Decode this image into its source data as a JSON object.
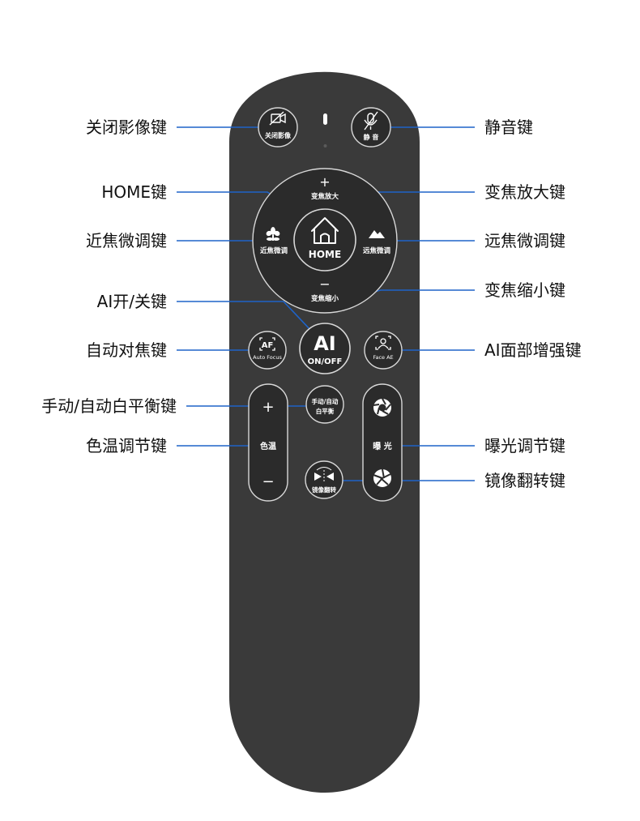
{
  "buttons": {
    "camera_off": "关闭影像",
    "mute": "静 音",
    "zoom_in": "变焦放大",
    "zoom_out": "变焦缩小",
    "focus_near": "近焦微调",
    "focus_far": "远焦微调",
    "home": "HOME",
    "ai_top": "AI",
    "ai_bottom": "ON/OFF",
    "af_badge": "AF",
    "af_label": "Auto Focus",
    "face_ae": "Face AE",
    "wb_line1": "手动/自动",
    "wb_line2": "白平衡",
    "color_temp": "色温",
    "exposure": "曝 光",
    "mirror": "镜像翻转",
    "plus": "+",
    "minus": "−"
  },
  "callouts": {
    "camera_off": "关闭影像键",
    "home": "HOME键",
    "focus_near": "近焦微调键",
    "ai": "AI开/关键",
    "af": "自动对焦键",
    "wb": "手动/自动白平衡键",
    "color_temp": "色温调节键",
    "mute": "静音键",
    "zoom_in": "变焦放大键",
    "focus_far": "远焦微调键",
    "zoom_out": "变焦缩小键",
    "face_ae": "AI面部增强键",
    "exposure": "曝光调节键",
    "mirror": "镜像翻转键"
  },
  "colors": {
    "body": "#3a3a3a",
    "button": "#2b2b2b",
    "button_stroke": "#d8d8d8",
    "leader": "#1e63c8",
    "label": "#ffffff"
  }
}
